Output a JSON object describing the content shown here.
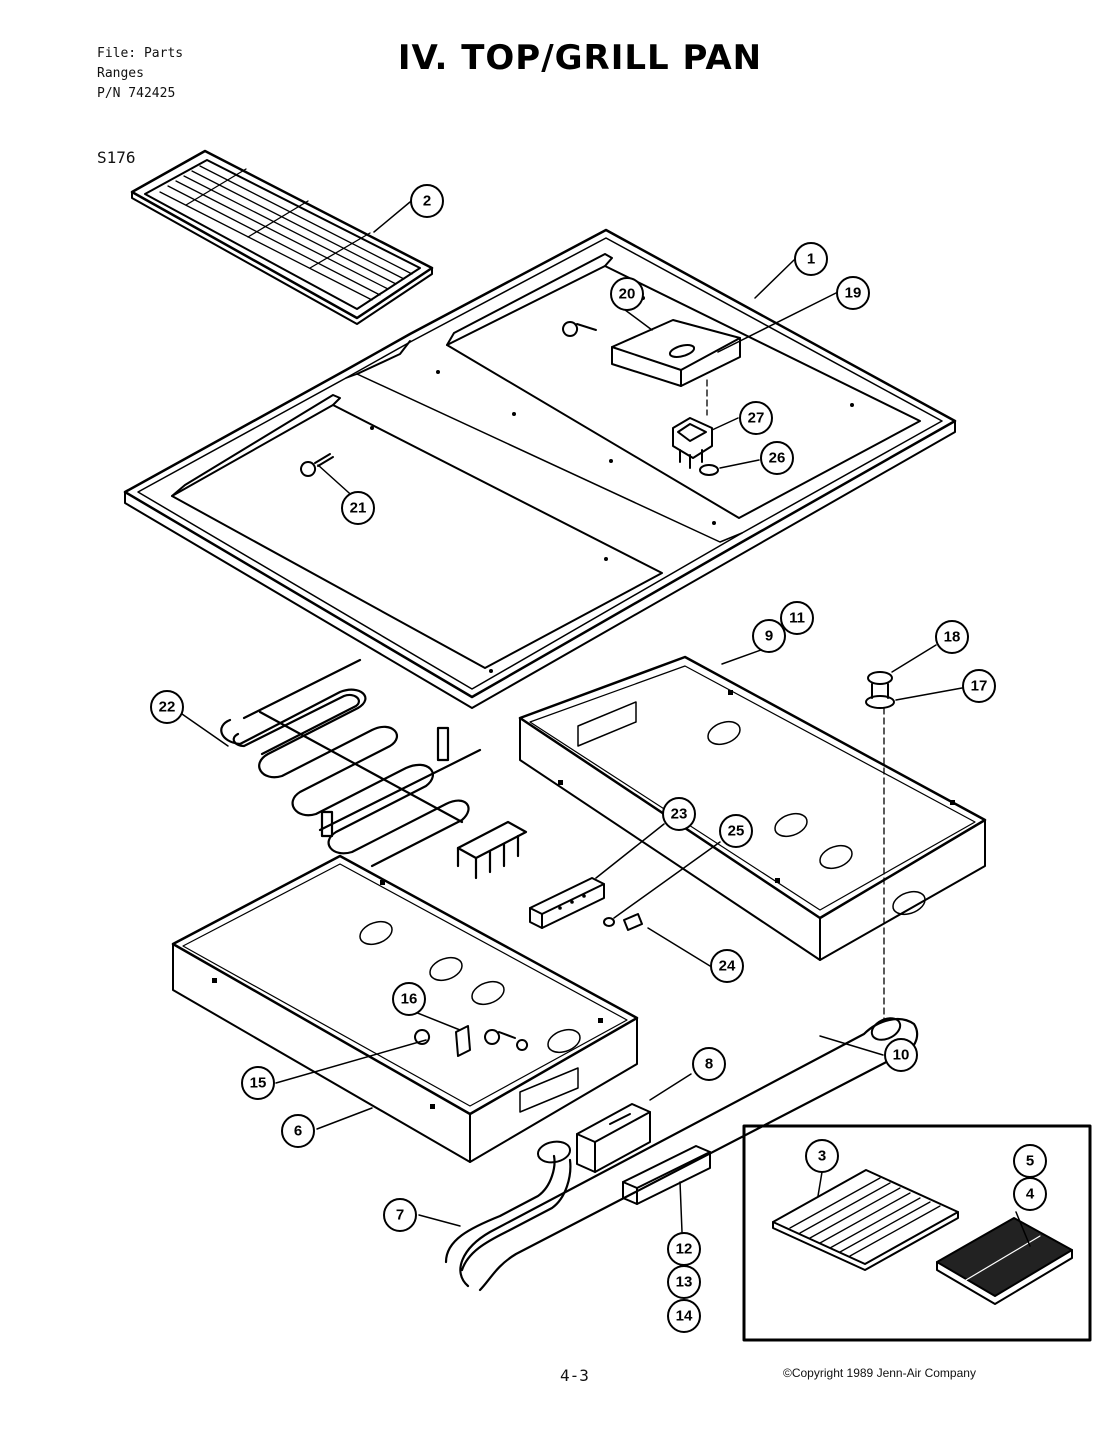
{
  "header": {
    "file_line": "File: Parts",
    "category_line": "Ranges",
    "part_number_line": "P/N 742425"
  },
  "title": "IV. TOP/GRILL PAN",
  "model": "S176",
  "page_number": "4-3",
  "copyright": "©Copyright 1989 Jenn-Air Company",
  "callouts": [
    {
      "id": "1",
      "label": "1"
    },
    {
      "id": "2",
      "label": "2"
    },
    {
      "id": "3",
      "label": "3"
    },
    {
      "id": "4",
      "label": "4"
    },
    {
      "id": "5",
      "label": "5"
    },
    {
      "id": "6",
      "label": "6"
    },
    {
      "id": "7",
      "label": "7"
    },
    {
      "id": "8",
      "label": "8"
    },
    {
      "id": "9",
      "label": "9"
    },
    {
      "id": "10",
      "label": "10"
    },
    {
      "id": "11",
      "label": "11"
    },
    {
      "id": "12",
      "label": "12"
    },
    {
      "id": "13",
      "label": "13"
    },
    {
      "id": "14",
      "label": "14"
    },
    {
      "id": "15",
      "label": "15"
    },
    {
      "id": "16",
      "label": "16"
    },
    {
      "id": "17",
      "label": "17"
    },
    {
      "id": "18",
      "label": "18"
    },
    {
      "id": "19",
      "label": "19"
    },
    {
      "id": "20",
      "label": "20"
    },
    {
      "id": "21",
      "label": "21"
    },
    {
      "id": "22",
      "label": "22"
    },
    {
      "id": "23",
      "label": "23"
    },
    {
      "id": "24",
      "label": "24"
    },
    {
      "id": "25",
      "label": "25"
    },
    {
      "id": "26",
      "label": "26"
    },
    {
      "id": "27",
      "label": "27"
    }
  ]
}
